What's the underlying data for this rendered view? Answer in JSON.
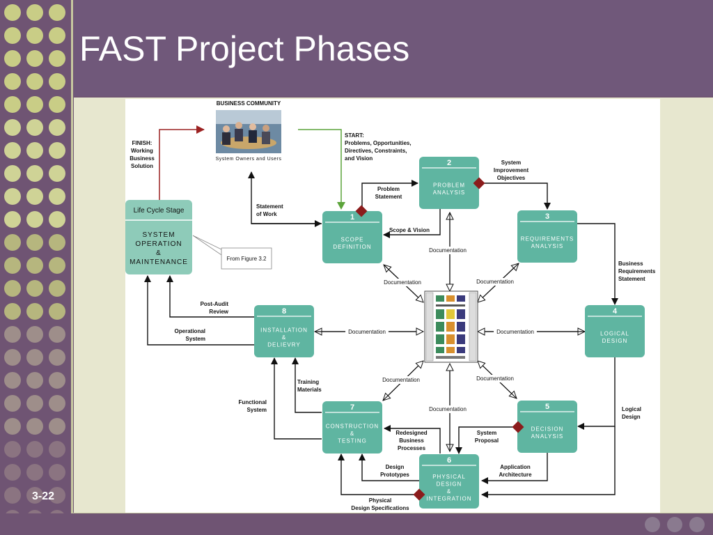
{
  "title": "FAST Project Phases",
  "slide_number": "3-22",
  "business_community": {
    "heading": "BUSINESS COMMUNITY",
    "caption": "System Owners and Users"
  },
  "finish_label": [
    "FINISH:",
    "Working",
    "Business",
    "Solution"
  ],
  "start_label": [
    "START:",
    "Problems, Opportunities,",
    "Directives, Constraints,",
    "and Vision"
  ],
  "lifecycle": {
    "header": "Life Cycle Stage",
    "lines": [
      "SYSTEM",
      "OPERATION",
      "&",
      "MAINTENANCE"
    ],
    "callout": "From Figure 3.2"
  },
  "phases": [
    {
      "number": "1",
      "lines": [
        "SCOPE",
        "DEFINITION"
      ]
    },
    {
      "number": "2",
      "lines": [
        "PROBLEM",
        "ANALYSIS"
      ]
    },
    {
      "number": "3",
      "lines": [
        "REQUIREMENTS",
        "ANALYSIS"
      ]
    },
    {
      "number": "4",
      "lines": [
        "LOGICAL",
        "DESIGN"
      ]
    },
    {
      "number": "5",
      "lines": [
        "DECISION",
        "ANALYSIS"
      ]
    },
    {
      "number": "6",
      "lines": [
        "PHYSICAL",
        "DESIGN",
        "&",
        "INTEGRATION"
      ]
    },
    {
      "number": "7",
      "lines": [
        "CONSTRUCTION",
        "&",
        "TESTING"
      ]
    },
    {
      "number": "8",
      "lines": [
        "INSTALLATION",
        "&",
        "DELIEVRY"
      ]
    }
  ],
  "flows": {
    "statement_of_work": [
      "Statement",
      "of Work"
    ],
    "problem_statement": [
      "Problem",
      "Statement"
    ],
    "system_improvement": [
      "System",
      "Improvement",
      "Objectives"
    ],
    "scope_vision": "Scope & Vision",
    "business_requirements": [
      "Business",
      "Requirements",
      "Statement"
    ],
    "post_audit": [
      "Post-Audit",
      "Review"
    ],
    "operational_system": [
      "Operational",
      "System"
    ],
    "training_materials": [
      "Training",
      "Materials"
    ],
    "functional_system": [
      "Functional",
      "System"
    ],
    "redesigned_processes": [
      "Redesigned",
      "Business",
      "Processes"
    ],
    "system_proposal": [
      "System",
      "Proposal"
    ],
    "logical_design": [
      "Logical",
      "Design"
    ],
    "design_prototypes": [
      "Design",
      "Prototypes"
    ],
    "application_architecture": [
      "Application",
      "Architecture"
    ],
    "physical_specs": [
      "Physical",
      "Design Specifications"
    ],
    "documentation": "Documentation"
  },
  "colors": {
    "phase_fill": "#5fb5a1",
    "lifecycle_fill": "#8ecbb9",
    "diamond": "#8b1c1c",
    "finish_arrow": "#9c2222",
    "start_arrow": "#5ca43a",
    "background": "#6f5473"
  }
}
